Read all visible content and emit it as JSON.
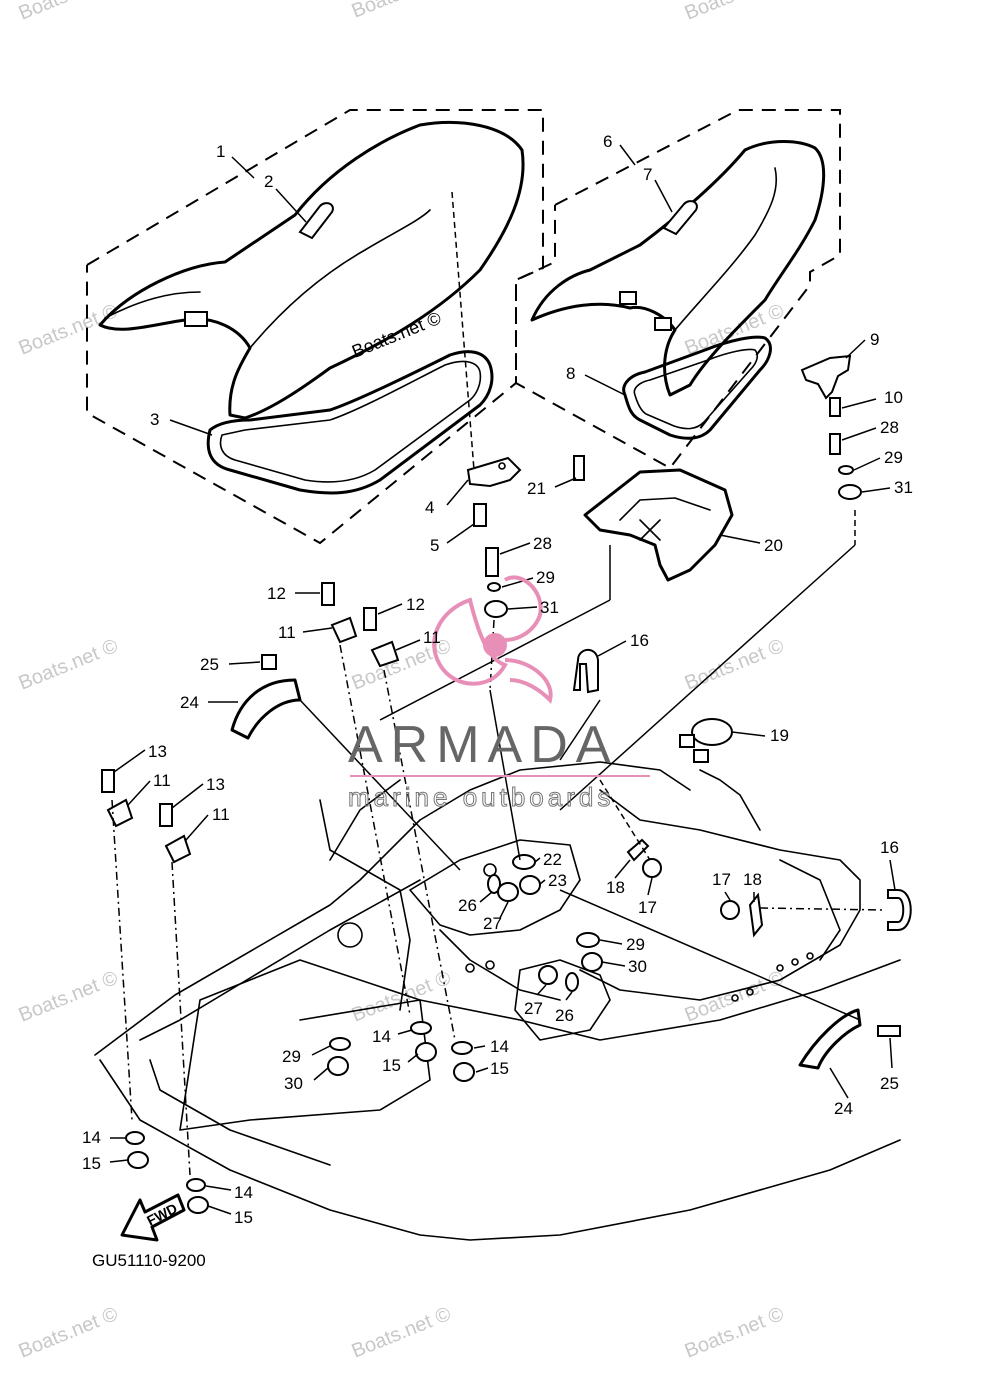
{
  "diagram_code": "GU51110-9200",
  "fwd_label": "FWD",
  "brand": {
    "name": "ARMADA",
    "tagline": "marine outboards",
    "accent_color": "#e88fb8"
  },
  "watermark_text": "Boats.net ©",
  "callouts": [
    {
      "id": "c1",
      "label": "1"
    },
    {
      "id": "c2",
      "label": "2"
    },
    {
      "id": "c3",
      "label": "3"
    },
    {
      "id": "c4",
      "label": "4"
    },
    {
      "id": "c5",
      "label": "5"
    },
    {
      "id": "c6",
      "label": "6"
    },
    {
      "id": "c7",
      "label": "7"
    },
    {
      "id": "c8",
      "label": "8"
    },
    {
      "id": "c9",
      "label": "9"
    },
    {
      "id": "c10",
      "label": "10"
    },
    {
      "id": "c28a",
      "label": "28"
    },
    {
      "id": "c29a",
      "label": "29"
    },
    {
      "id": "c31a",
      "label": "31"
    },
    {
      "id": "c21",
      "label": "21"
    },
    {
      "id": "c20",
      "label": "20"
    },
    {
      "id": "c28b",
      "label": "28"
    },
    {
      "id": "c29b",
      "label": "29"
    },
    {
      "id": "c31b",
      "label": "31"
    },
    {
      "id": "c12a",
      "label": "12"
    },
    {
      "id": "c12b",
      "label": "12"
    },
    {
      "id": "c11a",
      "label": "11"
    },
    {
      "id": "c11b",
      "label": "11"
    },
    {
      "id": "c16a",
      "label": "16"
    },
    {
      "id": "c25a",
      "label": "25"
    },
    {
      "id": "c24a",
      "label": "24"
    },
    {
      "id": "c19",
      "label": "19"
    },
    {
      "id": "c13a",
      "label": "13"
    },
    {
      "id": "c11c",
      "label": "11"
    },
    {
      "id": "c13b",
      "label": "13"
    },
    {
      "id": "c11d",
      "label": "11"
    },
    {
      "id": "c22",
      "label": "22"
    },
    {
      "id": "c23",
      "label": "23"
    },
    {
      "id": "c26a",
      "label": "26"
    },
    {
      "id": "c27a",
      "label": "27"
    },
    {
      "id": "c18a",
      "label": "18"
    },
    {
      "id": "c17a",
      "label": "17"
    },
    {
      "id": "c17b",
      "label": "17"
    },
    {
      "id": "c18b",
      "label": "18"
    },
    {
      "id": "c16b",
      "label": "16"
    },
    {
      "id": "c29c",
      "label": "29"
    },
    {
      "id": "c30a",
      "label": "30"
    },
    {
      "id": "c27b",
      "label": "27"
    },
    {
      "id": "c26b",
      "label": "26"
    },
    {
      "id": "c14a",
      "label": "14"
    },
    {
      "id": "c14b",
      "label": "14"
    },
    {
      "id": "c15a",
      "label": "15"
    },
    {
      "id": "c15b",
      "label": "15"
    },
    {
      "id": "c29d",
      "label": "29"
    },
    {
      "id": "c30b",
      "label": "30"
    },
    {
      "id": "c25b",
      "label": "25"
    },
    {
      "id": "c24b",
      "label": "24"
    },
    {
      "id": "c14c",
      "label": "14"
    },
    {
      "id": "c15c",
      "label": "15"
    },
    {
      "id": "c14d",
      "label": "14"
    },
    {
      "id": "c15d",
      "label": "15"
    }
  ]
}
